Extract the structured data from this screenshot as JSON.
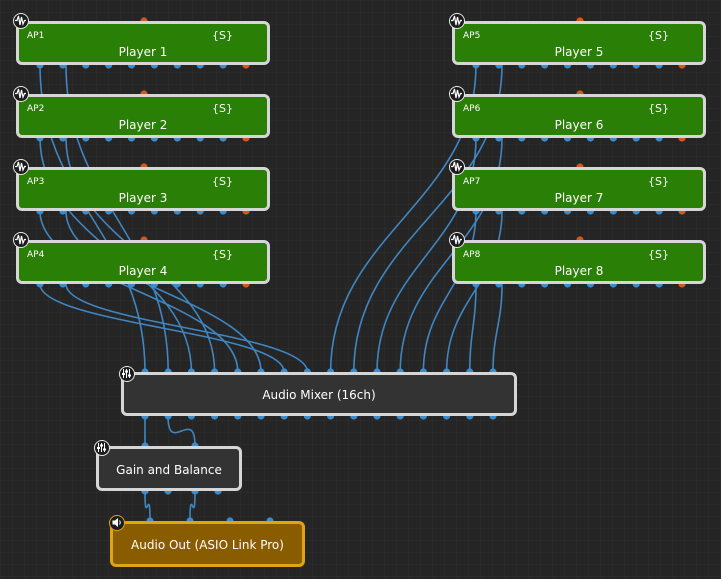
{
  "players": [
    {
      "id": "AP1",
      "title": "Player 1",
      "flag": "{S}"
    },
    {
      "id": "AP2",
      "title": "Player 2",
      "flag": "{S}"
    },
    {
      "id": "AP3",
      "title": "Player 3",
      "flag": "{S}"
    },
    {
      "id": "AP4",
      "title": "Player 4",
      "flag": "{S}"
    },
    {
      "id": "AP5",
      "title": "Player 5",
      "flag": "{S}"
    },
    {
      "id": "AP6",
      "title": "Player 6",
      "flag": "{S}"
    },
    {
      "id": "AP7",
      "title": "Player 7",
      "flag": "{S}"
    },
    {
      "id": "AP8",
      "title": "Player 8",
      "flag": "{S}"
    }
  ],
  "mixer": {
    "title": "Audio Mixer (16ch)"
  },
  "gain": {
    "title": "Gain and Balance"
  },
  "output": {
    "title": "Audio Out (ASIO Link Pro)"
  },
  "colors": {
    "player_fill": "#2a7f06",
    "node_border": "#d6d6d6",
    "wire": "#3f86c2",
    "port_blue": "#3a8ccc",
    "port_orange": "#d2581c",
    "output_fill": "#8a5c00",
    "output_border": "#e0a410"
  },
  "icons": {
    "player": "waveform-icon",
    "mixer": "mixer-sliders-icon",
    "gain": "mixer-sliders-icon",
    "output": "speaker-icon"
  }
}
